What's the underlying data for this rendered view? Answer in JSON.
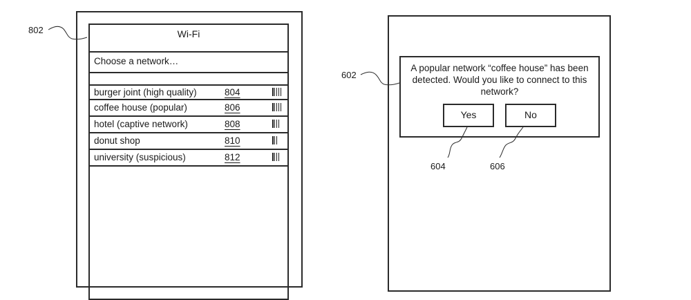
{
  "left_screen": {
    "title": "Wi-Fi",
    "prompt": "Choose a network…",
    "networks": [
      {
        "name": "burger joint (high quality)",
        "ref": "804",
        "signal_bars": 5
      },
      {
        "name": "coffee house (popular)",
        "ref": "806",
        "signal_bars": 5
      },
      {
        "name": "hotel (captive network)",
        "ref": "808",
        "signal_bars": 4
      },
      {
        "name": "donut shop",
        "ref": "810",
        "signal_bars": 3
      },
      {
        "name": "university (suspicious)",
        "ref": "812",
        "signal_bars": 4
      }
    ]
  },
  "right_screen": {
    "dialog_message": "A popular network “coffee house” has been detected. Would you like to connect to this network?",
    "yes_label": "Yes",
    "no_label": "No"
  },
  "reference_numerals": {
    "left_screen": "802",
    "dialog": "602",
    "yes_button": "604",
    "no_button": "606"
  },
  "colors": {
    "line": "#2a2a2a",
    "text": "#1a1a1a",
    "background": "#ffffff"
  }
}
